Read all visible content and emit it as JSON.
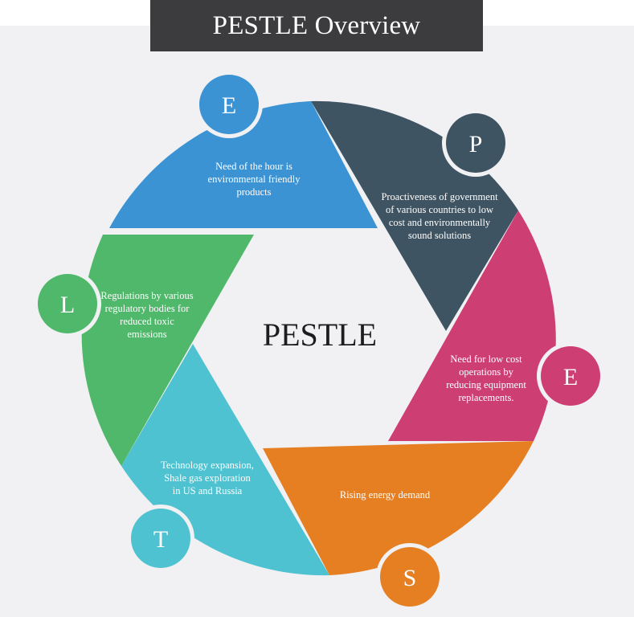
{
  "title": "PESTLE Overview",
  "center_label": "PESTLE",
  "segments": [
    {
      "letter": "E",
      "lines": [
        "Need of the hour is",
        "environmental friendly",
        "products"
      ],
      "color": "#3b93d4"
    },
    {
      "letter": "P",
      "lines": [
        "Proactiveness of government",
        "of various countries to low",
        "cost and environmentally",
        "sound solutions"
      ],
      "color": "#3e5463"
    },
    {
      "letter": "E",
      "lines": [
        "Need for low cost",
        "operations by",
        "reducing equipment",
        "replacements."
      ],
      "color": "#cd3e72"
    },
    {
      "letter": "S",
      "lines": [
        "Rising energy demand"
      ],
      "color": "#e67e22"
    },
    {
      "letter": "T",
      "lines": [
        "Technology expansion,",
        "Shale gas exploration",
        "in US and Russia"
      ],
      "color": "#4ec2d0"
    },
    {
      "letter": "L",
      "lines": [
        "Regulations by various",
        "regulatory bodies for",
        "reduced toxic",
        "emissions"
      ],
      "color": "#4fb86a"
    }
  ]
}
